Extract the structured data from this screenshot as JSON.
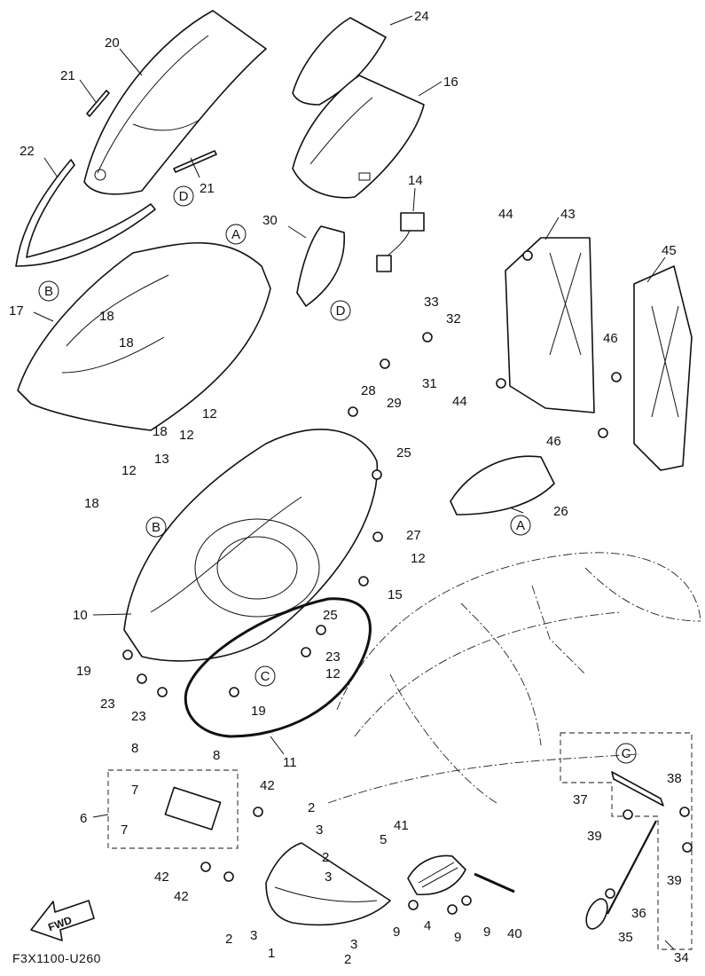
{
  "diagram_code": "F3X1100-U260",
  "direction_badge": "FWD",
  "reference_letters": [
    "A",
    "B",
    "C",
    "D"
  ],
  "part_numbers": [
    "1",
    "2",
    "3",
    "4",
    "5",
    "6",
    "7",
    "8",
    "9",
    "10",
    "11",
    "12",
    "13",
    "14",
    "15",
    "16",
    "17",
    "18",
    "19",
    "20",
    "21",
    "22",
    "23",
    "24",
    "25",
    "26",
    "27",
    "28",
    "29",
    "30",
    "31",
    "32",
    "33",
    "34",
    "35",
    "36",
    "37",
    "38",
    "39",
    "40",
    "41",
    "42",
    "43",
    "44",
    "45",
    "46"
  ]
}
